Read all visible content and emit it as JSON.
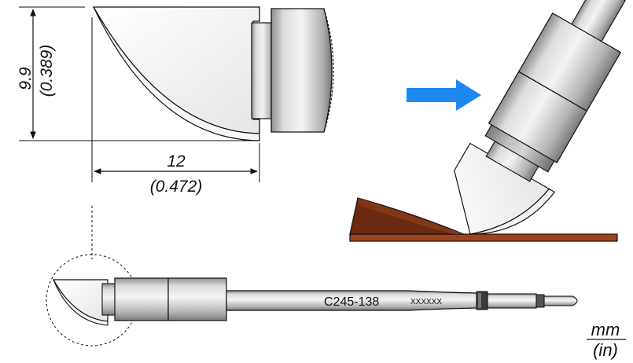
{
  "dimensions": {
    "height_mm": "9.9",
    "height_in": "(0.389)",
    "length_mm": "12",
    "length_in": "(0.472)"
  },
  "cartridge": {
    "model": "C245-138",
    "code": "XXXXXX"
  },
  "units": {
    "primary": "mm",
    "secondary": "(in)"
  },
  "colors": {
    "arrow": "#1e88f0",
    "board": "#a0431c",
    "solder": "#6b2a10",
    "metal_light": "#ececec",
    "metal_mid": "#c8c8c8",
    "metal_dark": "#8c8c8c",
    "outline": "#1a1a1a"
  },
  "icons": {
    "direction_arrow": "right-arrow-icon"
  }
}
